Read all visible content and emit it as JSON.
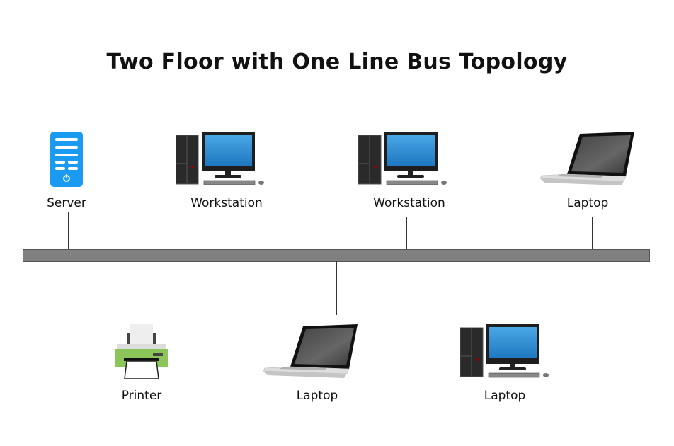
{
  "title": "Two Floor with One Line Bus Topology",
  "nodes_top": [
    {
      "label": "Server",
      "icon": "server-icon"
    },
    {
      "label": "Workstation",
      "icon": "workstation-icon"
    },
    {
      "label": "Workstation",
      "icon": "workstation-icon"
    },
    {
      "label": "Laptop",
      "icon": "laptop-icon"
    }
  ],
  "nodes_bottom": [
    {
      "label": "Printer",
      "icon": "printer-icon"
    },
    {
      "label": "Laptop",
      "icon": "laptop-icon"
    },
    {
      "label": "Laptop",
      "icon": "workstation-icon"
    }
  ],
  "colors": {
    "bus": "#808080",
    "server": "#1a9af0",
    "screen": "#2a8fd6",
    "printer": "#8cc65a"
  }
}
